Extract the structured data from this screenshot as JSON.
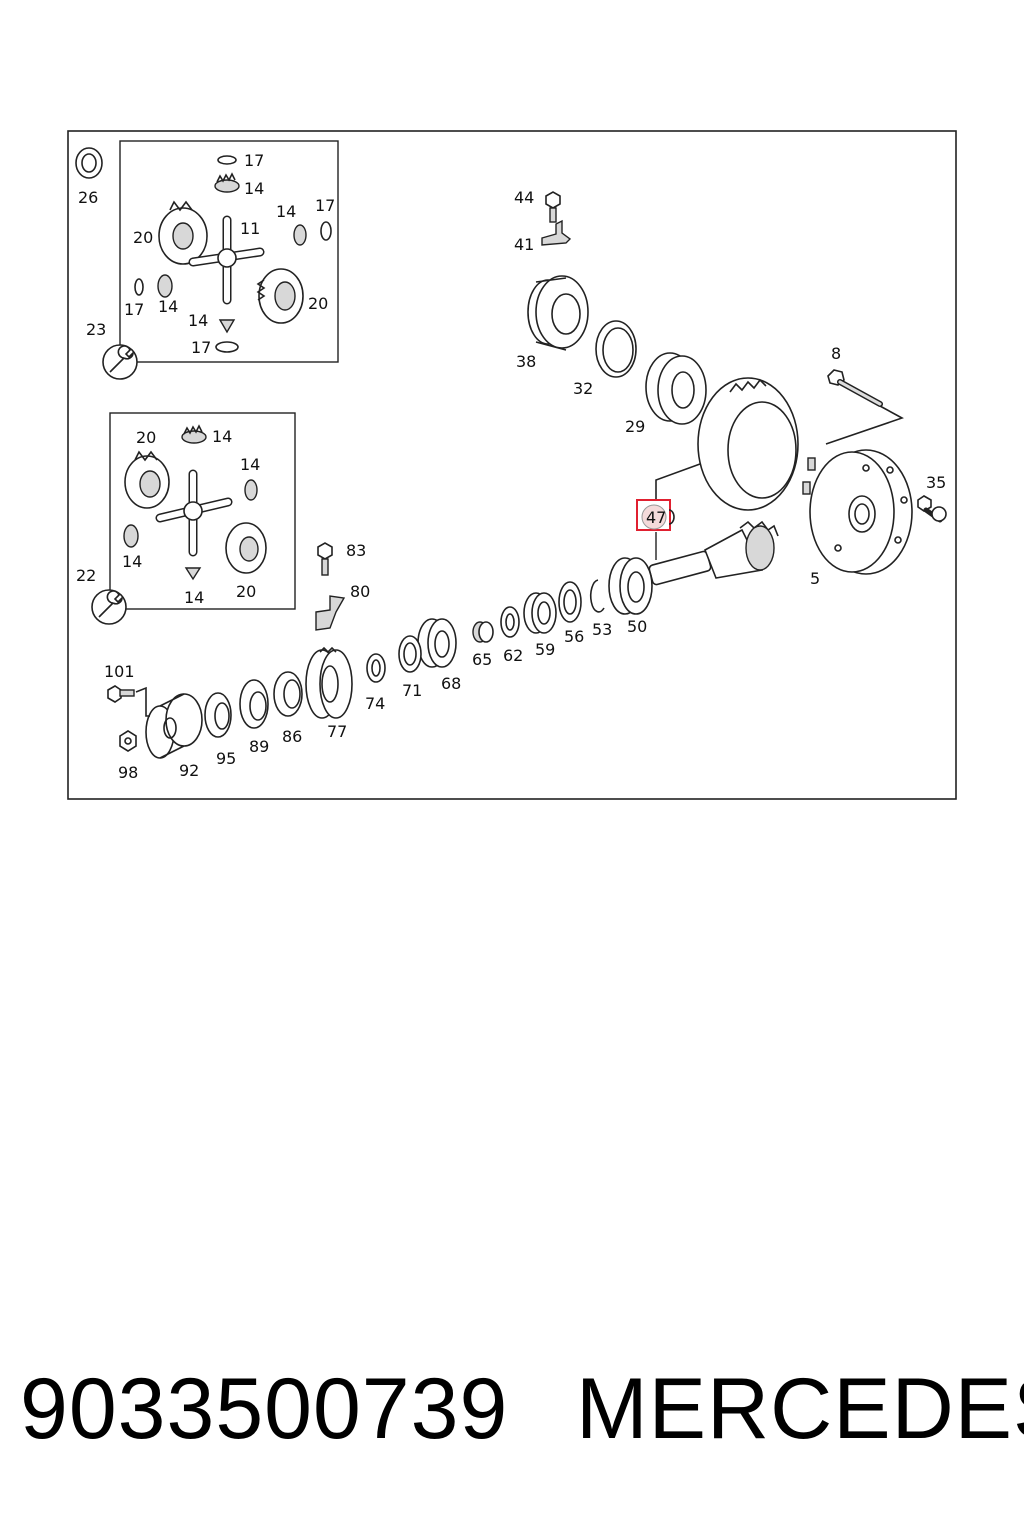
{
  "callouts": {
    "c26": "26",
    "c23": "23",
    "c22": "22",
    "c17a": "17",
    "c14a": "14",
    "c14b": "14",
    "c17b": "17",
    "c20a": "20",
    "c11": "11",
    "c17c": "17",
    "c14c": "14",
    "c20b": "20",
    "c14d": "14",
    "c17d": "17",
    "c20c": "20",
    "c14e": "14",
    "c14f": "14",
    "c14g": "14",
    "c14h": "14",
    "c20d": "20",
    "c44": "44",
    "c41": "41",
    "c38": "38",
    "c32": "32",
    "c29": "29",
    "c8": "8",
    "c35": "35",
    "c5": "5",
    "c47": "47",
    "c83": "83",
    "c80": "80",
    "c50": "50",
    "c53": "53",
    "c56": "56",
    "c59": "59",
    "c62": "62",
    "c65": "65",
    "c68": "68",
    "c71": "71",
    "c74": "74",
    "c77": "77",
    "c86": "86",
    "c89": "89",
    "c95": "95",
    "c92": "92",
    "c98": "98",
    "c101": "101"
  },
  "highlight_color": "#e02030",
  "caption": {
    "part_number": "9033500739",
    "brand": "MERCEDES"
  }
}
